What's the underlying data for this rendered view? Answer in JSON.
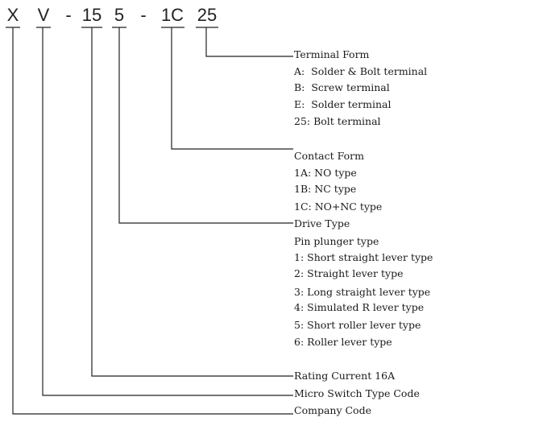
{
  "code": {
    "parts": [
      "X",
      "V",
      "-",
      "15",
      "5",
      "-",
      "1C",
      "25"
    ]
  },
  "sections": {
    "terminal_form": {
      "title": "Terminal Form",
      "items": [
        "A:  Solder & Bolt terminal",
        "B:  Screw terminal",
        "E:  Solder terminal",
        "25: Bolt terminal"
      ]
    },
    "contact_form": {
      "title": "Contact Form",
      "items": [
        "1A: NO type",
        "1B: NC type",
        "1C: NO+NC type"
      ]
    },
    "drive_type": {
      "title": "Drive Type",
      "items": [
        "Pin plunger type",
        "1: Short straight lever type",
        "2: Straight lever type",
        "3: Long straight lever type",
        "4: Simulated R lever type",
        "5: Short roller lever type",
        "6: Roller lever type"
      ]
    },
    "rating_current": {
      "title": "Rating Current 16A"
    },
    "micro_switch_type": {
      "title": "Micro Switch Type Code"
    },
    "company_code": {
      "title": "Company Code"
    }
  }
}
